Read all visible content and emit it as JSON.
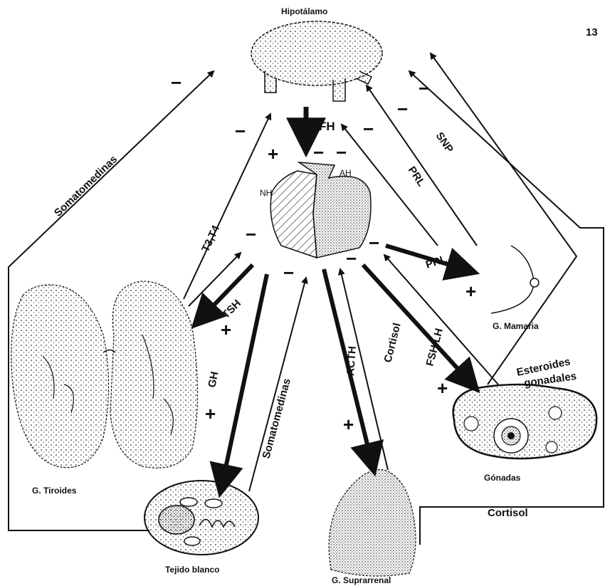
{
  "page_number": "13",
  "organs": {
    "hypothalamus": "Hipotálamo",
    "thyroid": "G. Tiroides",
    "target_tissue": "Tejido blanco",
    "adrenal": "G. Suprarrenal",
    "gonads": "Gónadas",
    "mammary": "G. Mamaria"
  },
  "pituitary": {
    "neuro": "NH",
    "adeno": "AH"
  },
  "hormones": {
    "fh": "FH",
    "somatomedinas_left": "Somatomedinas",
    "t3t4": "T3,T4",
    "tsh": "TSH",
    "gh": "GH",
    "somatomedinas_center": "Somatomedinas",
    "acth": "ACTH",
    "cortisol_center": "Cortisol",
    "fsh_lh": "FSH/LH",
    "prl_out": "PRL",
    "prl_in": "PRL",
    "snp": "SNP",
    "esteroides_1": "Esteroides",
    "esteroides_2": "gonadales",
    "cortisol_bottom": "Cortisol"
  },
  "signs": {
    "plus": "+",
    "minus": "−"
  }
}
